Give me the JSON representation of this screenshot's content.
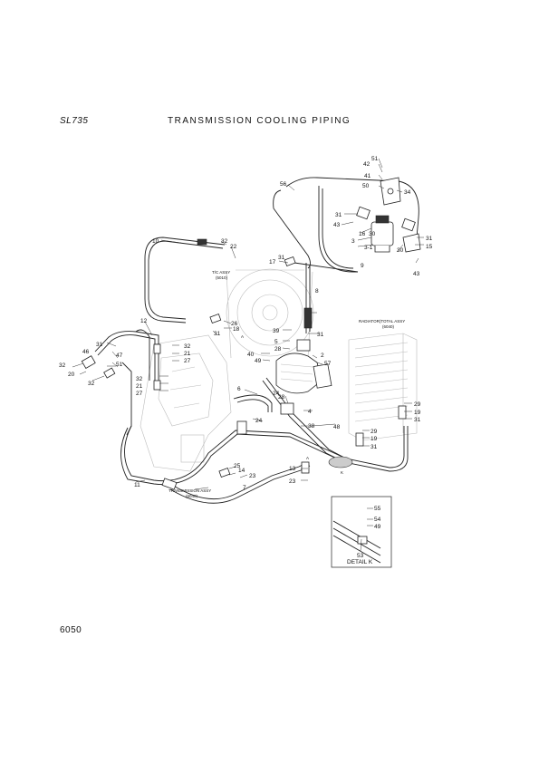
{
  "header": {
    "model": "SL735",
    "title": "TRANSMISSION COOLING PIPING"
  },
  "footer": {
    "page_number": "6050"
  },
  "assemblies": {
    "tc_assy_name": "T/C ASSY",
    "tc_assy_ref": "(5010)",
    "radiator_name": "RADIATOR(TOTAL ASSY",
    "radiator_ref": "(6040)",
    "transmission_name": "TRANSMISSION ASSY",
    "transmission_ref": "(6040)"
  },
  "detail": {
    "title": "DETAIL K",
    "marker_k": "K",
    "marker_a1": "A",
    "marker_a2": "A",
    "labels": [
      "55",
      "54",
      "49",
      "53"
    ]
  },
  "callouts": {
    "c51": "51",
    "c42": "42",
    "c41": "41",
    "c50": "50",
    "c34": "34",
    "c56": "56",
    "c31a": "31",
    "c16": "16",
    "c43a": "43",
    "c30a": "30",
    "c3": "3",
    "c3_1": "3-1",
    "c30b": "30",
    "c31b": "31",
    "c15": "15",
    "c43b": "43",
    "c10": "10",
    "c32a": "32",
    "c22": "22",
    "c17": "17",
    "c31c": "31",
    "c9": "9",
    "c8": "8",
    "c12": "12",
    "c31d": "31",
    "c46": "46",
    "c47": "47",
    "c51b": "51",
    "c32b": "32",
    "c20": "20",
    "c32c": "32",
    "c32d": "32",
    "c21a": "21",
    "c27a": "27",
    "c32e": "32",
    "c21b": "21",
    "c27b": "27",
    "c26": "26",
    "c18": "18",
    "c31e": "31",
    "c39": "39",
    "c31f": "31",
    "c5": "5",
    "c28a": "28",
    "c40": "40",
    "c49": "49",
    "c2": "2",
    "c57": "57",
    "c6": "6",
    "c28b": "28",
    "c24a": "24",
    "c4": "4",
    "c24b": "24",
    "c38": "38",
    "c48": "48",
    "c29a": "29",
    "c19a": "19",
    "c31g": "31",
    "c29b": "29",
    "c19b": "19",
    "c31h": "31",
    "c11": "11",
    "c25": "25",
    "c14": "14",
    "c23a": "23",
    "c7": "7",
    "c13": "13",
    "c23b": "23"
  }
}
